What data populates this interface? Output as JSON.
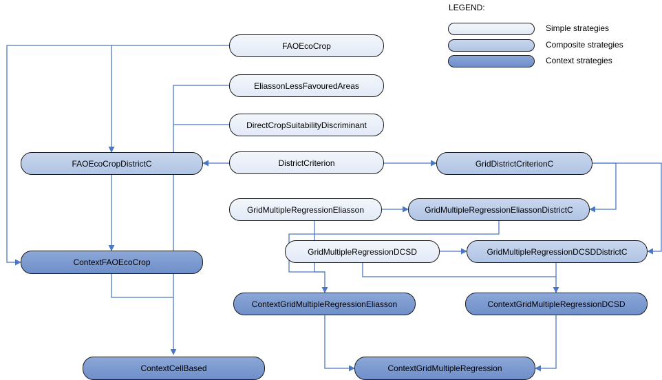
{
  "legend": {
    "title": "LEGEND:",
    "simple": "Simple strategies",
    "composite": "Composite strategies",
    "context": "Context strategies"
  },
  "colors": {
    "simple": "#e8eef8",
    "composite": "#b9cbe8",
    "context": "#7b99cf",
    "edge": "#4a78c2"
  },
  "nodes": {
    "fao_eco_crop": "FAOEcoCrop",
    "eliasson_less_favoured_areas": "EliassonLessFavouredAreas",
    "direct_crop_suitability_discriminant": "DirectCropSuitabilityDiscriminant",
    "district_criterion": "DistrictCriterion",
    "fao_eco_crop_district_c": "FAOEcoCropDistrictC",
    "grid_district_criterion_c": "GridDistrictCriterionC",
    "grid_multiple_regression_eliasson": "GridMultipleRegressionEliasson",
    "grid_multiple_regression_eliasson_district_c": "GridMultipleRegressionEliassonDistrictC",
    "grid_multiple_regression_dcsd": "GridMultipleRegressionDCSD",
    "grid_multiple_regression_dcsd_district_c": "GridMultipleRegressionDCSDDistrictC",
    "context_fao_eco_crop": "ContextFAOEcoCrop",
    "context_grid_multiple_regression_eliasson": "ContextGridMultipleRegressionEliasson",
    "context_grid_multiple_regression_dcsd": "ContextGridMultipleRegressionDCSD",
    "context_cell_based": "ContextCellBased",
    "context_grid_multiple_regression": "ContextGridMultipleRegression"
  }
}
